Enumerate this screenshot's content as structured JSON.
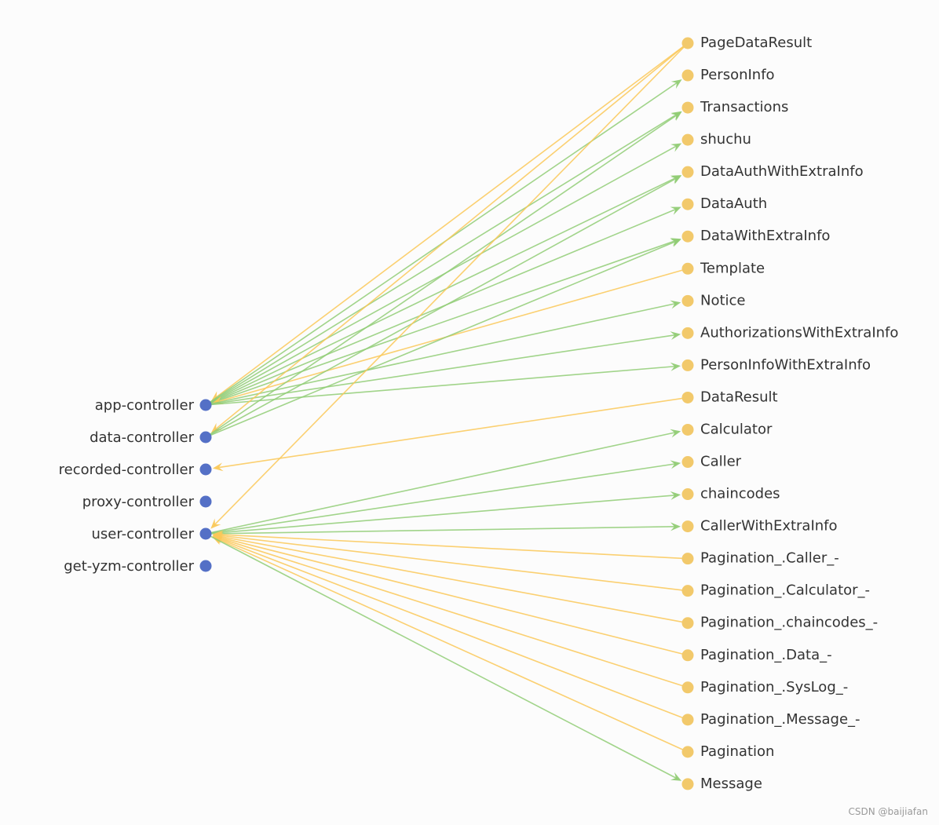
{
  "colors": {
    "controller_node": "#5470c6",
    "model_node": "#f2c96b",
    "edge_in": "#91cc75",
    "edge_out": "#fac858",
    "label": "#333333"
  },
  "controllers": [
    {
      "id": "app",
      "label": "app-controller"
    },
    {
      "id": "data",
      "label": "data-controller"
    },
    {
      "id": "recorded",
      "label": "recorded-controller"
    },
    {
      "id": "proxy",
      "label": "proxy-controller"
    },
    {
      "id": "user",
      "label": "user-controller"
    },
    {
      "id": "getyzm",
      "label": "get-yzm-controller"
    }
  ],
  "models": [
    "PageDataResult",
    "PersonInfo",
    "Transactions",
    "shuchu",
    "DataAuthWithExtraInfo",
    "DataAuth",
    "DataWithExtraInfo",
    "Template",
    "Notice",
    "AuthorizationsWithExtraInfo",
    "PersonInfoWithExtraInfo",
    "DataResult",
    "Calculator",
    "Caller",
    "chaincodes",
    "CallerWithExtraInfo",
    "Pagination_.Caller_-",
    "Pagination_.Calculator_-",
    "Pagination_.chaincodes_-",
    "Pagination_.Data_-",
    "Pagination_.SysLog_-",
    "Pagination_.Message_-",
    "Pagination",
    "Message"
  ],
  "edges": [
    {
      "controller": "app",
      "model": "PageDataResult",
      "dir": "to_controller"
    },
    {
      "controller": "app",
      "model": "PersonInfo",
      "dir": "to_model"
    },
    {
      "controller": "app",
      "model": "Transactions",
      "dir": "to_model"
    },
    {
      "controller": "app",
      "model": "shuchu",
      "dir": "to_model"
    },
    {
      "controller": "app",
      "model": "DataAuthWithExtraInfo",
      "dir": "to_model"
    },
    {
      "controller": "app",
      "model": "DataAuth",
      "dir": "to_model"
    },
    {
      "controller": "app",
      "model": "DataWithExtraInfo",
      "dir": "to_model"
    },
    {
      "controller": "app",
      "model": "Template",
      "dir": "to_controller"
    },
    {
      "controller": "app",
      "model": "Notice",
      "dir": "to_model"
    },
    {
      "controller": "app",
      "model": "AuthorizationsWithExtraInfo",
      "dir": "to_model"
    },
    {
      "controller": "app",
      "model": "PersonInfoWithExtraInfo",
      "dir": "to_model"
    },
    {
      "controller": "data",
      "model": "PageDataResult",
      "dir": "to_controller"
    },
    {
      "controller": "data",
      "model": "Transactions",
      "dir": "to_model"
    },
    {
      "controller": "data",
      "model": "DataAuthWithExtraInfo",
      "dir": "to_model"
    },
    {
      "controller": "data",
      "model": "DataWithExtraInfo",
      "dir": "to_model"
    },
    {
      "controller": "recorded",
      "model": "DataResult",
      "dir": "to_controller"
    },
    {
      "controller": "user",
      "model": "PageDataResult",
      "dir": "to_controller"
    },
    {
      "controller": "user",
      "model": "Calculator",
      "dir": "to_model"
    },
    {
      "controller": "user",
      "model": "Caller",
      "dir": "to_model"
    },
    {
      "controller": "user",
      "model": "chaincodes",
      "dir": "to_model"
    },
    {
      "controller": "user",
      "model": "CallerWithExtraInfo",
      "dir": "to_model"
    },
    {
      "controller": "user",
      "model": "Pagination_.Caller_-",
      "dir": "to_controller"
    },
    {
      "controller": "user",
      "model": "Pagination_.Calculator_-",
      "dir": "to_controller"
    },
    {
      "controller": "user",
      "model": "Pagination_.chaincodes_-",
      "dir": "to_controller"
    },
    {
      "controller": "user",
      "model": "Pagination_.Data_-",
      "dir": "to_controller"
    },
    {
      "controller": "user",
      "model": "Pagination_.SysLog_-",
      "dir": "to_controller"
    },
    {
      "controller": "user",
      "model": "Pagination_.Message_-",
      "dir": "to_controller"
    },
    {
      "controller": "user",
      "model": "Pagination",
      "dir": "to_controller"
    },
    {
      "controller": "user",
      "model": "Message",
      "dir": "to_model"
    }
  ],
  "watermark": "CSDN @baijiafan"
}
